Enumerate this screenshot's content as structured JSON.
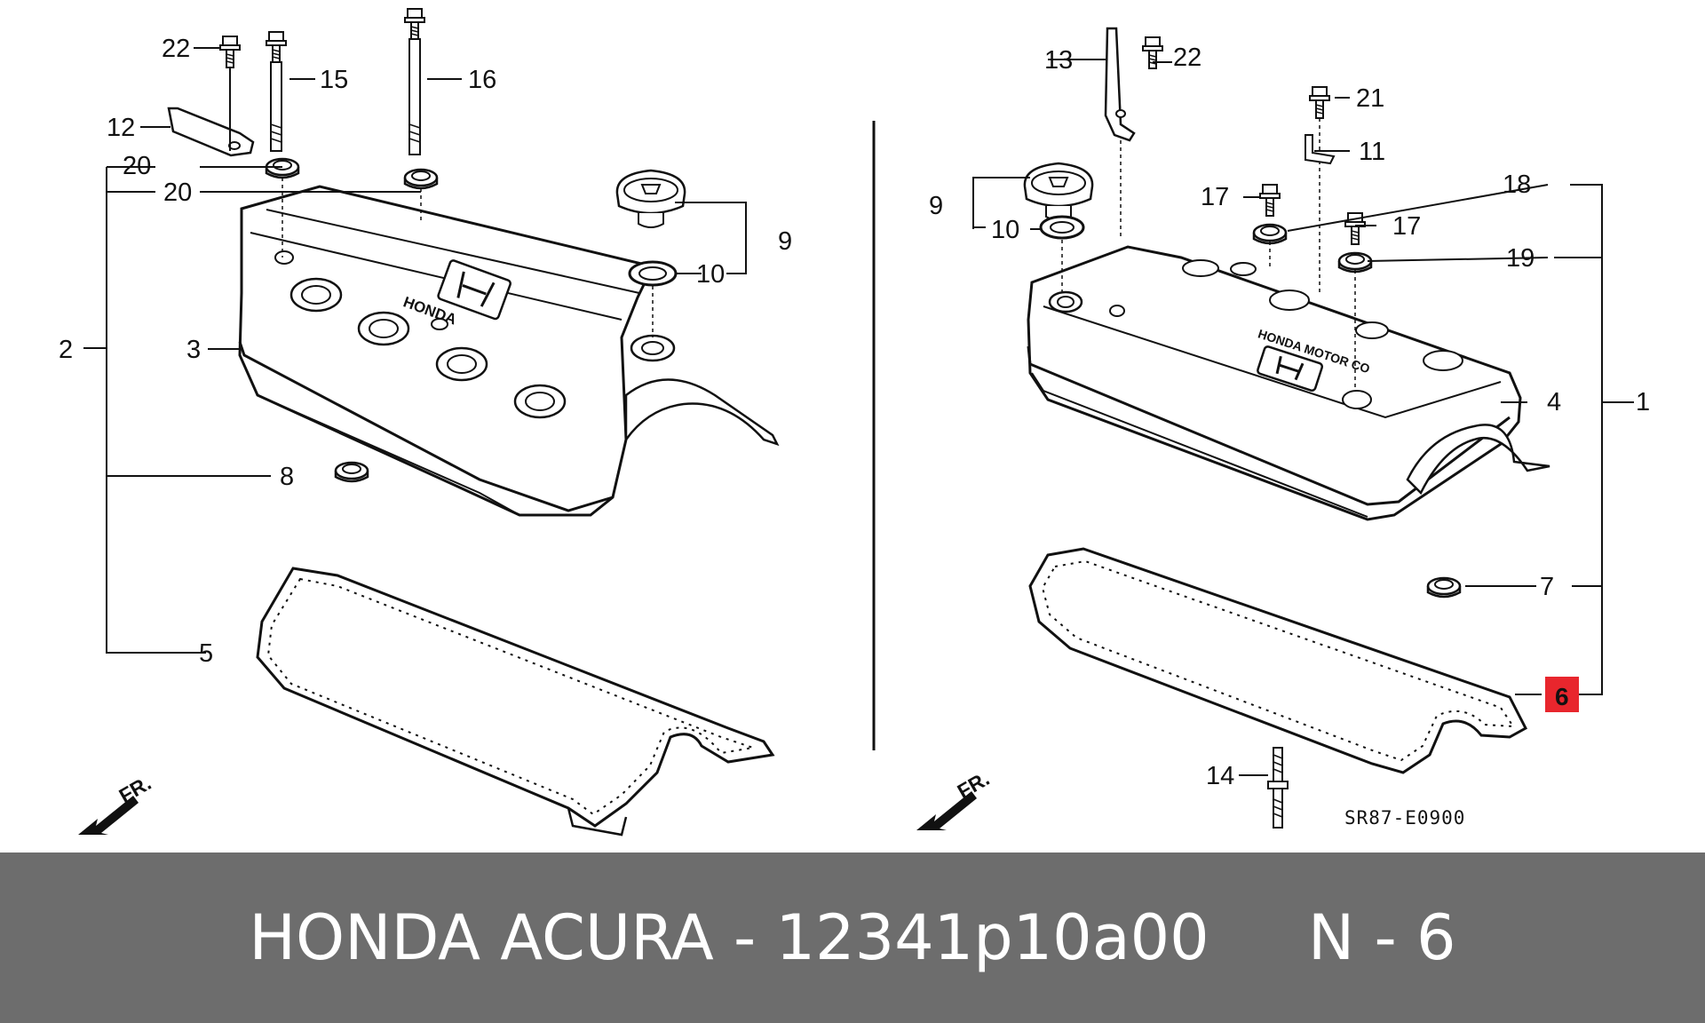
{
  "diagram": {
    "left_callouts": [
      "22",
      "15",
      "16",
      "12",
      "20",
      "20",
      "2",
      "3",
      "9",
      "10",
      "8",
      "5"
    ],
    "right_callouts": [
      "13",
      "22",
      "21",
      "11",
      "18",
      "9",
      "17",
      "10",
      "17",
      "19",
      "4",
      "1",
      "7",
      "14"
    ],
    "highlight_callout": "6",
    "highlight_color": "#e8262d",
    "front_label": "FR.",
    "drawing_code": "SR87-E0900",
    "emblem_text_left": "HONDA",
    "emblem_text_right": "HONDA MOTOR CO"
  },
  "footer": {
    "title": "HONDA ACURA - 12341p10a00     N - 6",
    "background": "#6d6d6d"
  }
}
